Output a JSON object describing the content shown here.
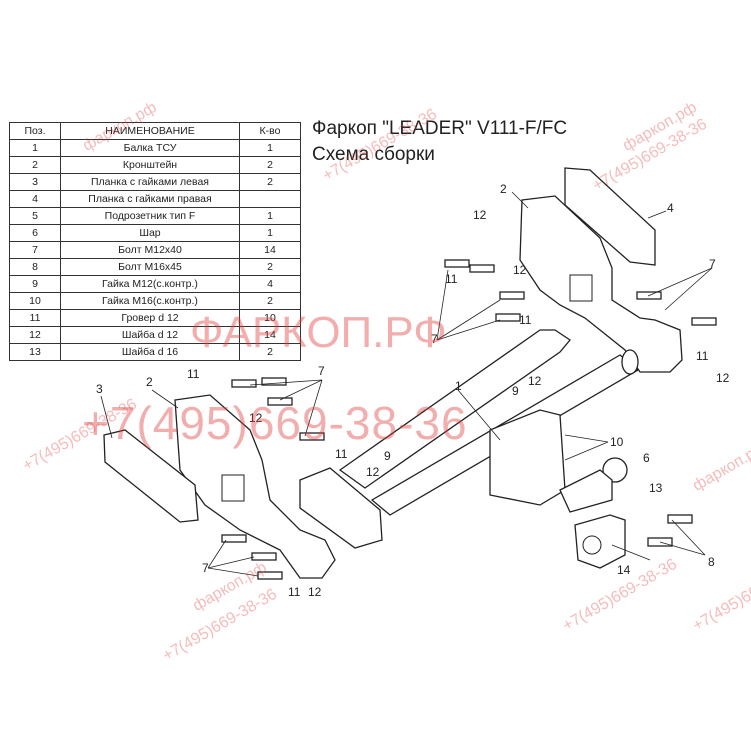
{
  "title": {
    "line1": "Фаркоп \"LEADER\" V111-F/FC",
    "line2": "Схема сборки"
  },
  "table": {
    "headers": [
      "Поз.",
      "НАИМЕНОВАНИЕ",
      "К-во"
    ],
    "rows": [
      [
        "1",
        "Балка ТСУ",
        "1"
      ],
      [
        "2",
        "Кронштейн",
        "2"
      ],
      [
        "3",
        "Планка с гайками левая",
        "2"
      ],
      [
        "4",
        "Планка с гайками правая",
        ""
      ],
      [
        "5",
        "Подрозетник тип F",
        "1"
      ],
      [
        "6",
        "Шар",
        "1"
      ],
      [
        "7",
        "Болт М12х40",
        "14"
      ],
      [
        "8",
        "Болт М16х45",
        "2"
      ],
      [
        "9",
        "Гайка М12(с.контр.)",
        "4"
      ],
      [
        "10",
        "Гайка  М16(с.контр.)",
        "2"
      ],
      [
        "11",
        "Гровер d 12",
        "10"
      ],
      [
        "12",
        "Шайба d 12",
        "14"
      ],
      [
        "13",
        "Шайба d 16",
        "2"
      ]
    ]
  },
  "watermark": {
    "site": "ФАРКОП.РФ",
    "phone": "+7(495)669-38-36",
    "site_small": "фаркоп.рф",
    "phone_small": "+7(495)669-38-36"
  },
  "callouts": [
    "1",
    "2",
    "3",
    "4",
    "6",
    "7",
    "8",
    "9",
    "10",
    "11",
    "12",
    "13",
    "14"
  ]
}
